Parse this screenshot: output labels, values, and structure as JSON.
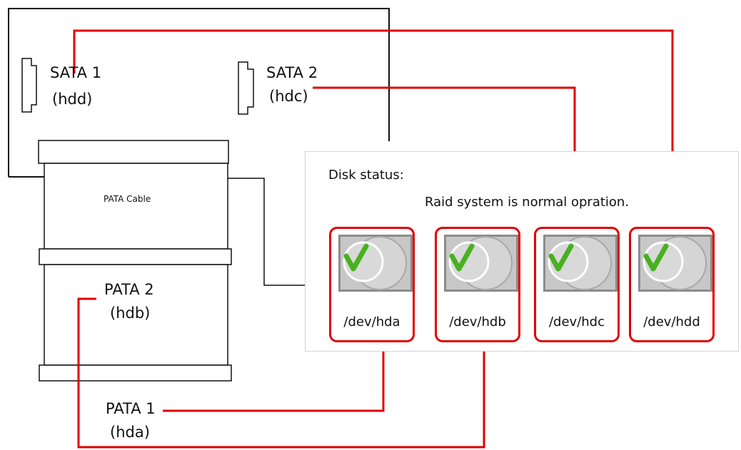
{
  "colors": {
    "connector": "#e10000",
    "outline": "#111111",
    "panel_border": "#d6d6d6",
    "disk_metal": "#bdbdbd",
    "check": "#48b11f"
  },
  "labels": {
    "sata1_name": "SATA 1",
    "sata1_device": "(hdd)",
    "sata2_name": "SATA 2",
    "sata2_device": "(hdc)",
    "pata2_name": "PATA 2",
    "pata2_device": "(hdb)",
    "pata1_name": "PATA 1",
    "pata1_device": "(hda)",
    "pata_cable": "PATA Cable"
  },
  "disk_status": {
    "title": "Disk status:",
    "message": "Raid system is normal opration.",
    "disks": [
      {
        "name": "/dev/hda",
        "status_icon": "check-icon"
      },
      {
        "name": "/dev/hdb",
        "status_icon": "check-icon"
      },
      {
        "name": "/dev/hdc",
        "status_icon": "check-icon"
      },
      {
        "name": "/dev/hdd",
        "status_icon": "check-icon"
      }
    ]
  }
}
